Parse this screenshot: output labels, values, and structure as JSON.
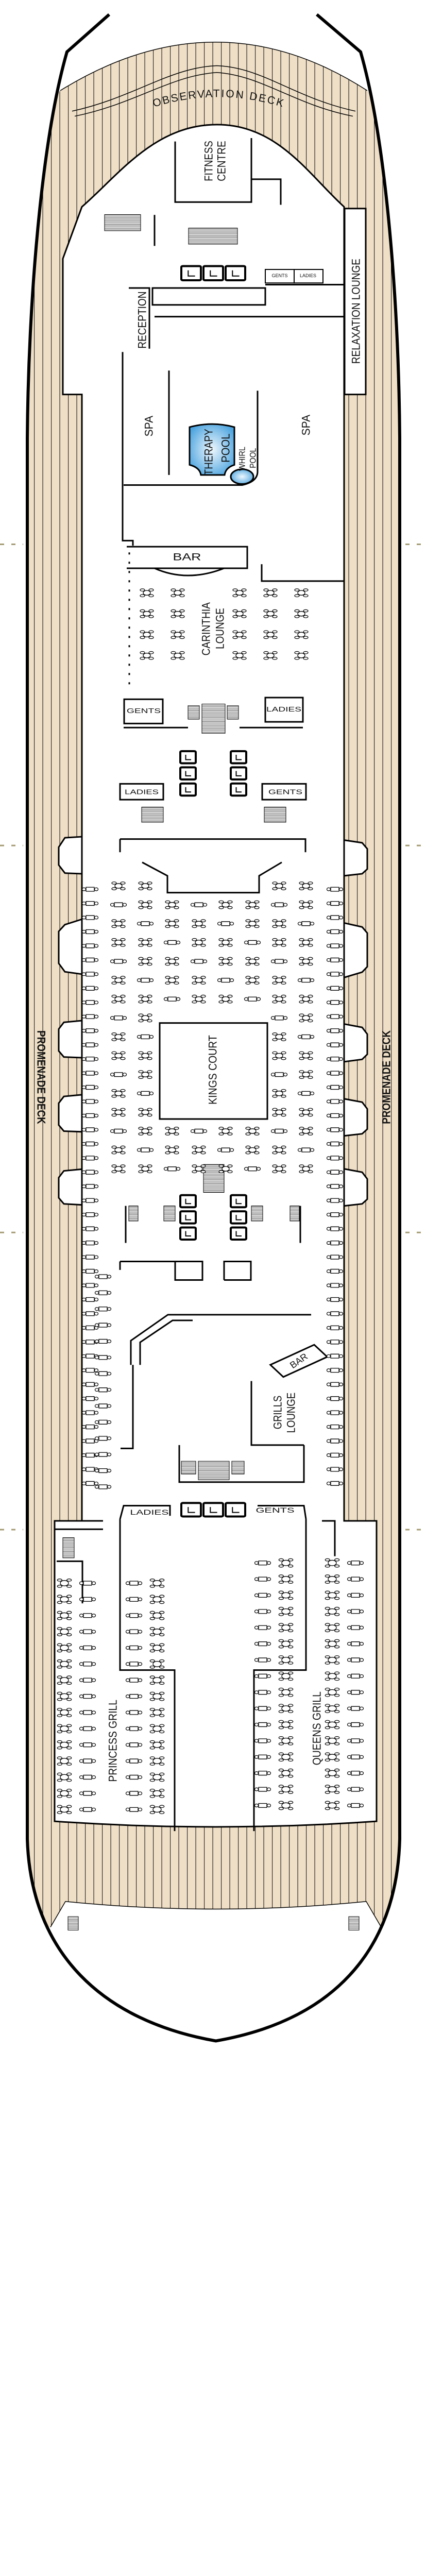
{
  "deck_plan": {
    "observation_deck": "OBSERVATION  DECK",
    "fitness_centre": {
      "line1": "FITNESS",
      "line2": "CENTRE"
    },
    "reception": "RECEPTION",
    "relaxation_lounge": "RELAXATION LOUNGE",
    "gents_spa": "GENTS",
    "ladies_spa": "LADIES",
    "spa_left": "SPA",
    "spa_right": "SPA",
    "therapy_pool": {
      "line1": "THERAPY",
      "line2": "POOL"
    },
    "whirl_pool": {
      "line1": "WHIRL",
      "line2": "POOL"
    },
    "bar_carinthia": "BAR",
    "carinthia_lounge": {
      "line1": "CARINTHIA",
      "line2": "LOUNGE"
    },
    "gents_carinthia": "GENTS",
    "ladies_carinthia": "LADIES",
    "ladies_mid": "LADIES",
    "gents_mid": "GENTS",
    "kings_court": "KINGS COURT",
    "promenade_deck_left": "PROMENADE DECK",
    "promenade_deck_right": "PROMENADE DECK",
    "bar_grills": "BAR",
    "grills_lounge": {
      "line1": "GRILLS",
      "line2": "LOUNGE"
    },
    "ladies_aft": "LADIES",
    "gents_aft": "GENTS",
    "princess_grill": "PRINCESS GRILL",
    "queens_grill": "QUEENS GRILL"
  },
  "colors": {
    "deck": "#efdfc6",
    "pool": "#4aa3df",
    "marker": "#a59c74"
  }
}
